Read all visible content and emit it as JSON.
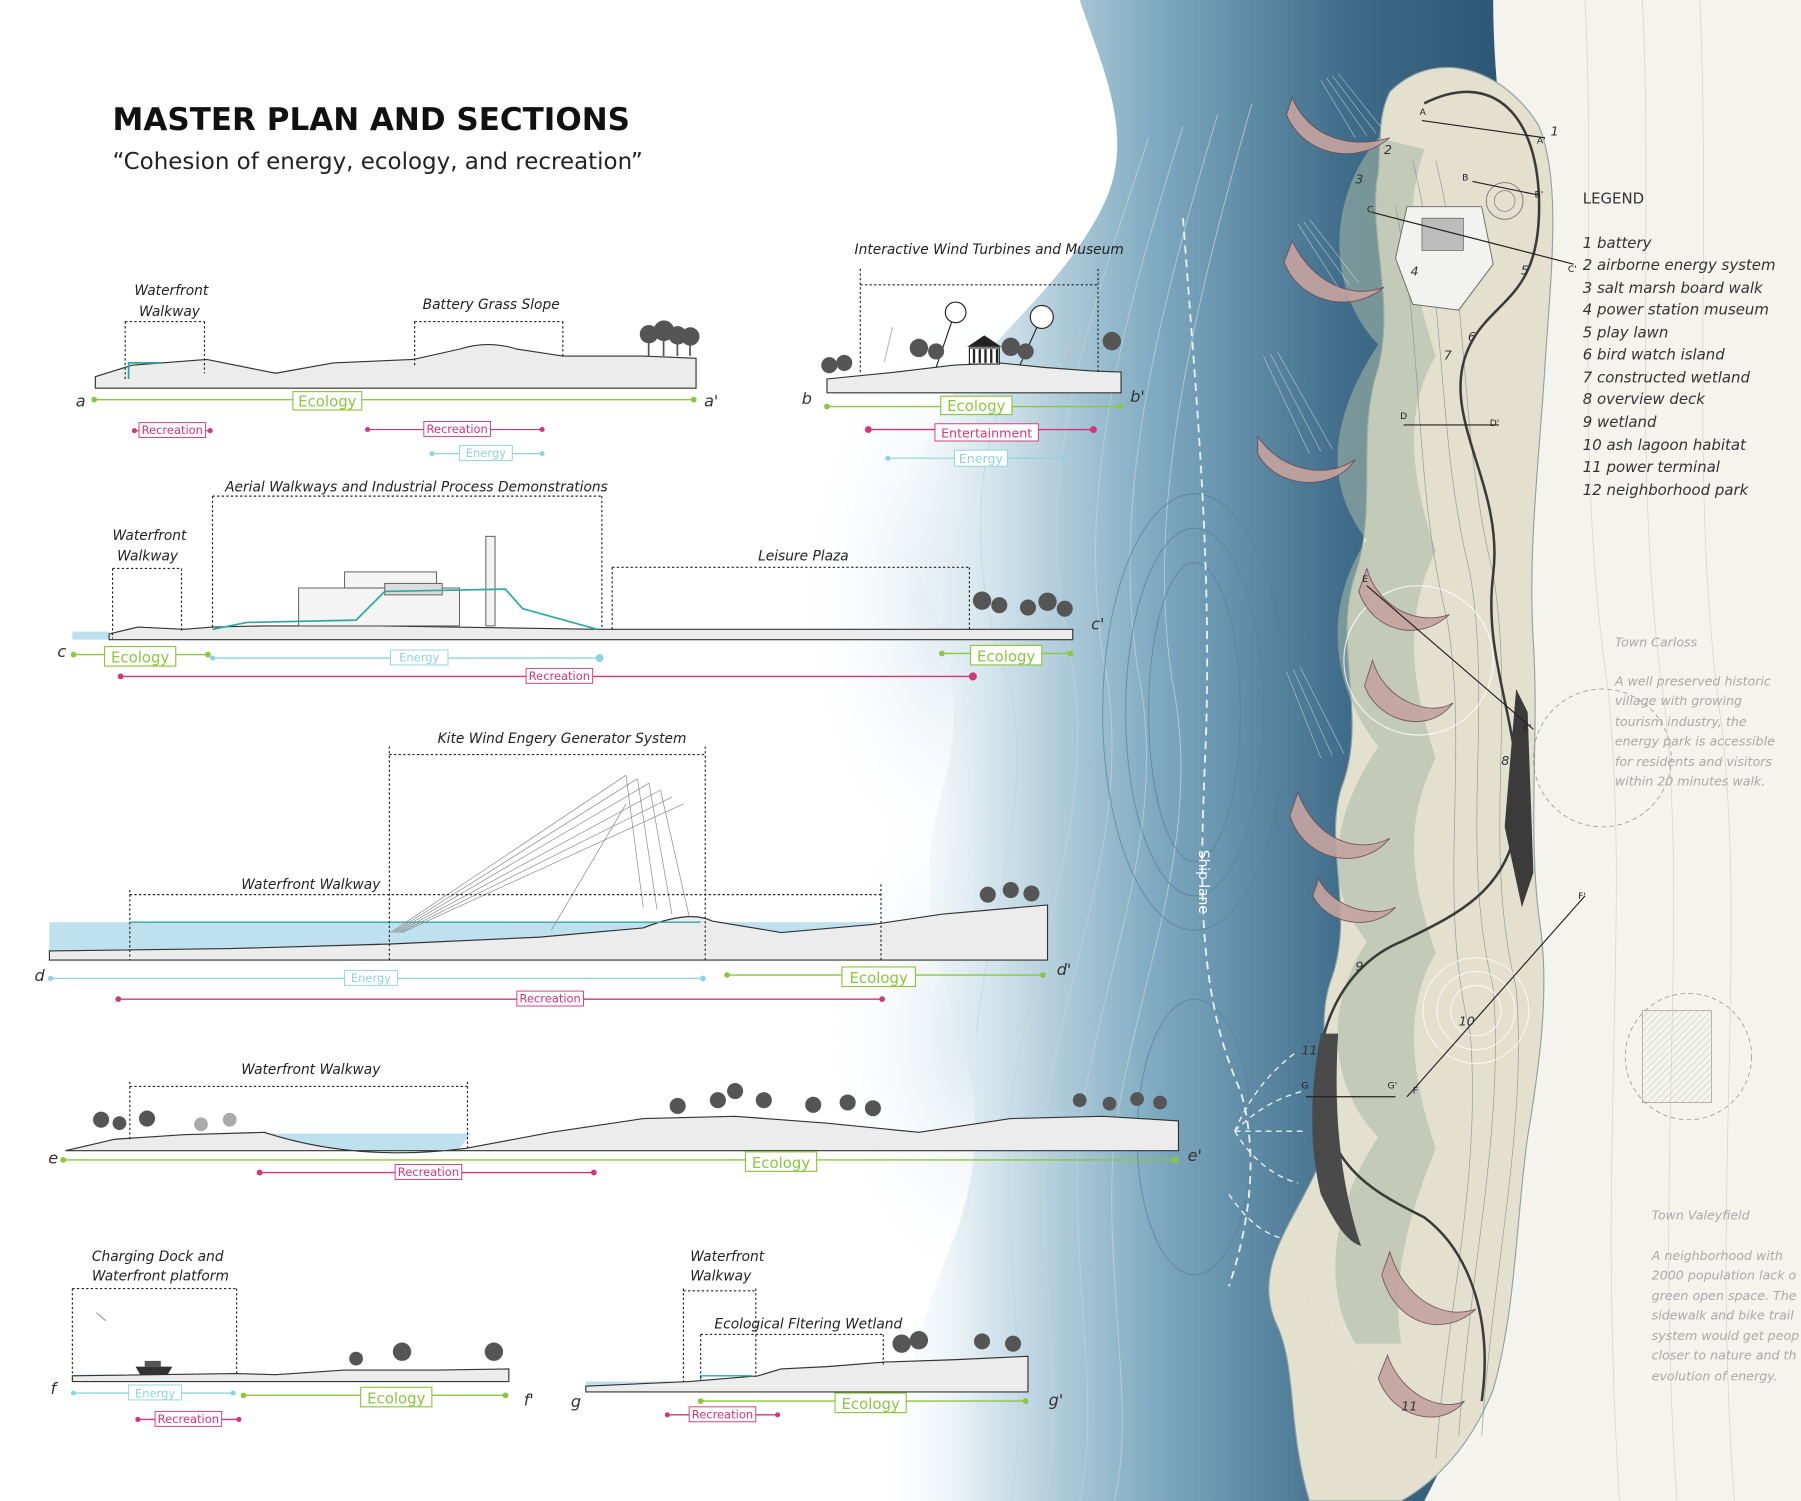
{
  "header": {
    "title": "MASTER PLAN AND SECTIONS",
    "subtitle": "“Cohesion of energy, ecology, and recreation”"
  },
  "colors": {
    "ecology": "#8cc63f",
    "recreation": "#d6337a",
    "energy": "#8fd3dc",
    "entertainment": "#d6337a",
    "sea_dark": "#2f5a78",
    "sea_mid": "#5f8fa9",
    "sea_light": "#b9d3df",
    "land": "#ebe6d4",
    "marsh": "#c7cdb1",
    "water_section": "#bfe0ef",
    "ground": "#ececec"
  },
  "legend": {
    "title": "LEGEND",
    "items": [
      "1 battery",
      "2 airborne energy system",
      "3 salt marsh board walk",
      "4 power station museum",
      "5 play lawn",
      "6 bird watch island",
      "7 constructed wetland",
      "8 overview deck",
      "9 wetland",
      "10 ash lagoon habitat",
      "11 power terminal",
      "12 neighborhood park"
    ]
  },
  "towns": [
    {
      "name": "Town Carloss",
      "lines": [
        "A well preserved historic",
        "village with growing",
        "tourism industry, the",
        "energy park is accessible",
        "for residents and visitors",
        "within 20 minutes walk."
      ]
    },
    {
      "name": "Town Valeyfield",
      "lines": [
        "A neighborhood with",
        "2000 population lack o",
        "green open space. The",
        "sidewalk and bike trail",
        "system would get peop",
        "closer to nature and th",
        "evolution of energy."
      ]
    }
  ],
  "map": {
    "ship_lane": "Ship lane",
    "numbers": [
      "1",
      "2",
      "3",
      "4",
      "5",
      "6",
      "7",
      "8",
      "9",
      "10",
      "11",
      "11"
    ],
    "cut_markers": [
      "A",
      "A'",
      "B",
      "B'",
      "C",
      "C'",
      "D",
      "D'",
      "E",
      "E'",
      "F",
      "F'",
      "G",
      "G'"
    ]
  },
  "sections": {
    "a": {
      "start": "a",
      "end": "a'",
      "annotations": [
        "Waterfront",
        "Walkway",
        "Battery Grass Slope"
      ],
      "bars": [
        {
          "label": "Ecology",
          "type": "ecology"
        },
        {
          "label": "Recreation",
          "type": "recreation"
        },
        {
          "label": "Recreation",
          "type": "recreation"
        },
        {
          "label": "Energy",
          "type": "energy"
        }
      ]
    },
    "b": {
      "start": "b",
      "end": "b'",
      "annotations": [
        "Interactive Wind Turbines and Museum"
      ],
      "bars": [
        {
          "label": "Ecology",
          "type": "ecology"
        },
        {
          "label": "Entertainment",
          "type": "entertainment"
        },
        {
          "label": "Energy",
          "type": "energy"
        }
      ]
    },
    "c": {
      "start": "c",
      "end": "c'",
      "annotations": [
        "Aerial Walkways and Industrial Process Demonstrations",
        "Waterfront",
        "Walkway",
        "Leisure Plaza"
      ],
      "bars": [
        {
          "label": "Ecology",
          "type": "ecology"
        },
        {
          "label": "Energy",
          "type": "energy"
        },
        {
          "label": "Ecology",
          "type": "ecology"
        },
        {
          "label": "Recreation",
          "type": "recreation"
        }
      ]
    },
    "d": {
      "start": "d",
      "end": "d'",
      "annotations": [
        "Kite Wind Engery Generator System",
        "Waterfront Walkway"
      ],
      "bars": [
        {
          "label": "Energy",
          "type": "energy"
        },
        {
          "label": "Ecology",
          "type": "ecology"
        },
        {
          "label": "Recreation",
          "type": "recreation"
        }
      ]
    },
    "e": {
      "start": "e",
      "end": "e'",
      "annotations": [
        "Waterfront Walkway"
      ],
      "bars": [
        {
          "label": "Ecology",
          "type": "ecology"
        },
        {
          "label": "Recreation",
          "type": "recreation"
        }
      ]
    },
    "f": {
      "start": "f",
      "end": "f'",
      "annotations": [
        "Charging Dock and",
        "Waterfront platform"
      ],
      "bars": [
        {
          "label": "Energy",
          "type": "energy"
        },
        {
          "label": "Ecology",
          "type": "ecology"
        },
        {
          "label": "Recreation",
          "type": "recreation"
        }
      ]
    },
    "g": {
      "start": "g",
      "end": "g'",
      "annotations": [
        "Waterfront",
        "Walkway",
        "Ecological Fltering Wetland"
      ],
      "bars": [
        {
          "label": "Ecology",
          "type": "ecology"
        },
        {
          "label": "Recreation",
          "type": "recreation"
        }
      ]
    }
  }
}
